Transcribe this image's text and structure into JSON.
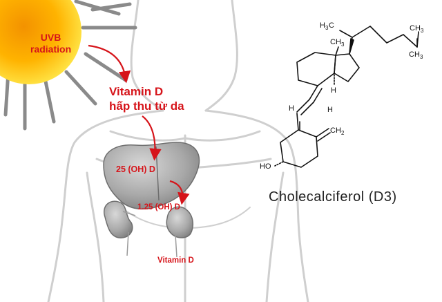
{
  "labels": {
    "uvb_line1": "UVB",
    "uvb_line2": "radiation",
    "vitd_skin_line1": "Vitamin D",
    "vitd_skin_line2": "hấp thu từ da",
    "oh25": "25 (OH) D",
    "oh125": "1.25 (OH) D",
    "vitd_kidney": "Vitamin D"
  },
  "molecule": {
    "name": "Cholecalciferol (D3)",
    "atoms": {
      "ch3_a": "H",
      "ch3_a_c": "C",
      "ch3_a_sub": "3",
      "ch3_b": "CH",
      "ch3_b_sub": "3",
      "ch3_c": "CH",
      "ch3_c_sub": "3",
      "ch3_ring": "CH",
      "ch3_ring_sub": "3",
      "h_ring": "H",
      "h_chain1": "H",
      "h_chain2": "H",
      "ch2": "CH",
      "ch2_sub": "2",
      "ho": "HO"
    }
  },
  "colors": {
    "label_red": "#d6141a",
    "sun_core": "#f7a500",
    "sun_edge": "#ffe34a",
    "ray": "#8a8a8a",
    "body_line": "#d0d0d0",
    "organ": "#9a9a9a"
  }
}
